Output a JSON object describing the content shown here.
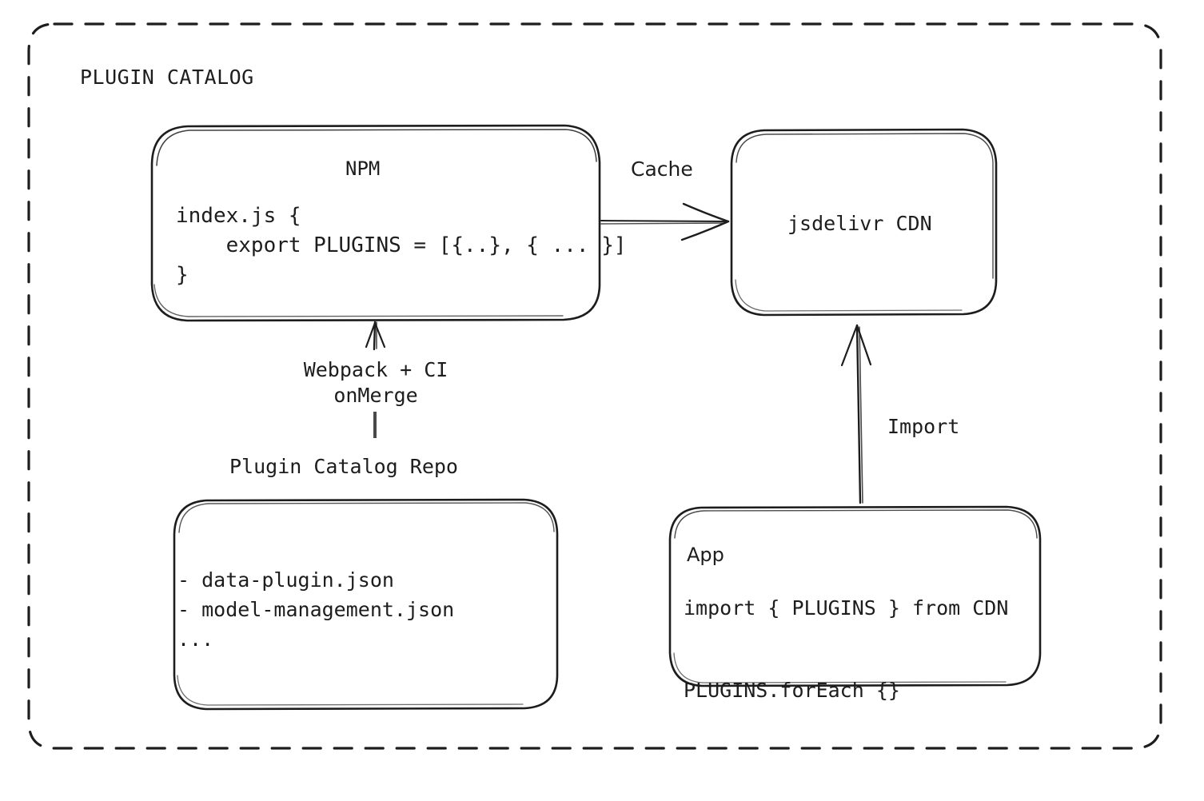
{
  "diagram": {
    "type": "architecture-flow",
    "style": "hand-drawn-sketch",
    "stroke_color": "#1d1d1d",
    "background_color": "#ffffff",
    "group": {
      "title": "PLUGIN CATALOG",
      "border_style": "dashed"
    },
    "nodes": {
      "npm": {
        "title": "NPM",
        "code": "index.js {\n    export PLUGINS = [{..}, { ... }]\n}"
      },
      "cdn": {
        "title": "jsdelivr CDN"
      },
      "repo": {
        "caption": "Plugin Catalog Repo",
        "files": "- data-plugin.json\n- model-management.json\n..."
      },
      "app": {
        "title": "App",
        "code": "import { PLUGINS } from CDN\n\nPLUGINS.forEach {}"
      }
    },
    "edges": {
      "npm_to_cdn": {
        "label": "Cache",
        "direction": "right"
      },
      "repo_to_npm": {
        "label": "Webpack + CI\nonMerge",
        "direction": "up"
      },
      "app_to_cdn": {
        "label": "Import",
        "direction": "up"
      }
    }
  }
}
